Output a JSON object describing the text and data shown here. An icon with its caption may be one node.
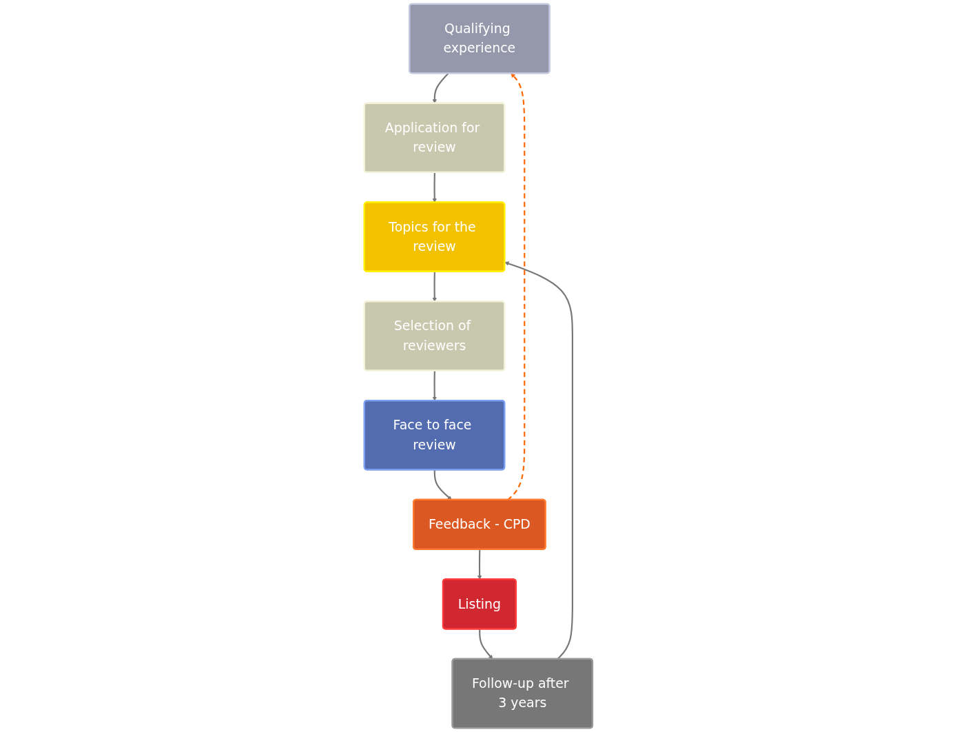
{
  "diagram": {
    "nodes": [
      {
        "text": [
          "Qualifying experience"
        ]
      },
      {
        "text": [
          "Application for review"
        ]
      },
      {
        "text": [
          "Topics for the review"
        ]
      },
      {
        "text": [
          "Follow-up after 3 years"
        ]
      },
      {
        "text": [
          "Selection of reviewers"
        ]
      },
      {
        "text": [
          "Listing"
        ]
      },
      {
        "text": [
          "Face to face review"
        ]
      },
      {
        "text": [
          "Feedback - CPD"
        ]
      }
    ],
    "edges": [
      {
        "from": 0,
        "to": 1,
        "arrow": "to"
      },
      {
        "from": 1,
        "to": 2,
        "arrow": "to"
      },
      {
        "from": 2,
        "to": 4,
        "arrow": "to"
      },
      {
        "from": 4,
        "to": 6,
        "arrow": "to"
      },
      {
        "from": 6,
        "to": 7,
        "arrow": "to"
      },
      {
        "from": 7,
        "to": 5,
        "arrow": "to"
      },
      {
        "from": 5,
        "to": 3,
        "arrow": "to"
      },
      {
        "from": 3,
        "to": 2,
        "arrow": "to"
      },
      {
        "from": 7,
        "to": 0,
        "arrow": "to",
        "style": "dashed",
        "color": "#ff6600"
      }
    ]
  }
}
